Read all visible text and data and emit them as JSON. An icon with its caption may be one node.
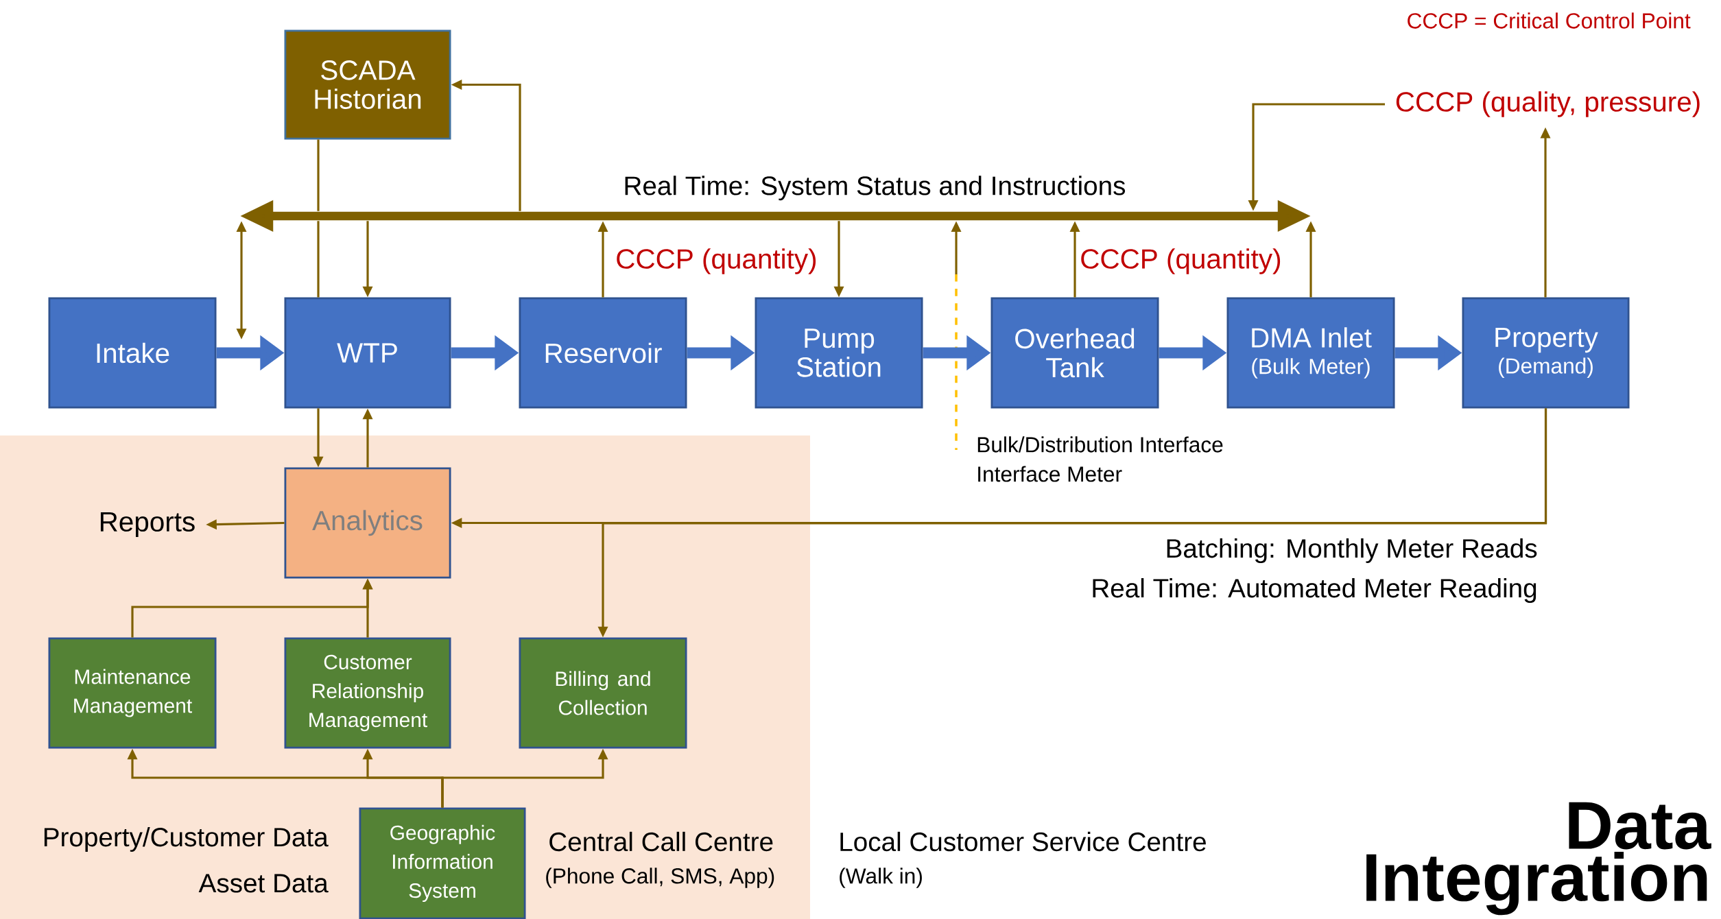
{
  "diagram": {
    "title": "Data Integration",
    "nodes": [
      {
        "text": [
          "SCADA Historian"
        ]
      },
      {
        "text": [
          "Real Time: System Status and Instructions"
        ]
      },
      {
        "text": [
          "CCCP (quality, pressure)"
        ]
      },
      {
        "text": [
          "Intake"
        ]
      },
      {
        "text": [
          "WTP"
        ]
      },
      {
        "text": [
          "Reservoir"
        ]
      },
      {
        "text": [
          "Pump Station"
        ]
      },
      {
        "text": [
          "Overhead Tank"
        ]
      },
      {
        "text": [
          "DMA Inlet",
          "(Bulk Meter)"
        ]
      },
      {
        "text": [
          "Property",
          "(Demand)"
        ]
      },
      {
        "text": [
          "Reports"
        ]
      },
      {
        "text": [
          "Analytics"
        ]
      },
      {
        "text": [
          "Maintenance Management"
        ]
      },
      {
        "text": [
          "Customer Relationship Management"
        ]
      },
      {
        "text": [
          "Billing and Collection"
        ]
      },
      {
        "text": [
          "Geographic Information System"
        ]
      }
    ],
    "edges": [
      {
        "from": 3,
        "to": 4,
        "arrow": "to",
        "style": "thick",
        "color": "#4472c4"
      },
      {
        "from": 4,
        "to": 5,
        "arrow": "to",
        "style": "thick",
        "color": "#4472c4"
      },
      {
        "from": 5,
        "to": 6,
        "arrow": "to",
        "style": "thick",
        "color": "#4472c4"
      },
      {
        "from": 6,
        "to": 7,
        "arrow": "to",
        "style": "thick",
        "color": "#4472c4"
      },
      {
        "from": 7,
        "to": 8,
        "arrow": "to",
        "style": "thick",
        "color": "#4472c4"
      },
      {
        "from": 8,
        "to": 9,
        "arrow": "to",
        "style": "thick",
        "color": "#4472c4"
      },
      {
        "from": 1,
        "to": null,
        "arrow": "both"
      },
      {
        "from": 0,
        "to": 1,
        "arrow": "none"
      },
      {
        "from": 1,
        "to": 4,
        "arrow": "none"
      },
      {
        "from": 1,
        "to": 4,
        "arrow": "to"
      },
      {
        "from": 1,
        "to": 0,
        "arrow": "to"
      },
      {
        "from": 5,
        "to": 1,
        "arrow": "to"
      },
      {
        "from": 1,
        "to": 6,
        "arrow": "to"
      },
      {
        "from": null,
        "to": 1,
        "arrow": "to"
      },
      {
        "from": 7,
        "to": 1,
        "arrow": "to"
      },
      {
        "from": 8,
        "to": 1,
        "arrow": "to"
      },
      {
        "from": 2,
        "to": 1,
        "arrow": "to"
      },
      {
        "from": 9,
        "to": 2,
        "arrow": "to"
      },
      {
        "from": 4,
        "to": 11,
        "arrow": "to"
      },
      {
        "from": 11,
        "to": 4,
        "arrow": "to"
      },
      {
        "from": 11,
        "to": 10,
        "arrow": "to"
      },
      {
        "from": 9,
        "to": 11,
        "arrow": "to"
      },
      {
        "from": 9,
        "to": 14,
        "arrow": "to"
      },
      {
        "from": 12,
        "to": 11,
        "arrow": "to"
      },
      {
        "from": 13,
        "to": 11,
        "arrow": "to"
      },
      {
        "from": 15,
        "to": 12,
        "arrow": "to"
      },
      {
        "from": 15,
        "to": 13,
        "arrow": "to"
      },
      {
        "from": 15,
        "to": 14,
        "arrow": "to"
      }
    ],
    "labels": [
      "CCCP = Critical Control Point",
      "CCCP (quantity)",
      "CCCP (quantity)",
      "Bulk/Distribution Interface",
      "Interface Meter",
      "Batching: Monthly Meter Reads",
      "Real Time: Automated Meter Reading",
      "Property/Customer Data",
      "Asset Data",
      "Central Call Centre",
      "(Phone Call, SMS, App)",
      "Local Customer Service Centre",
      "(Walk in)"
    ]
  }
}
